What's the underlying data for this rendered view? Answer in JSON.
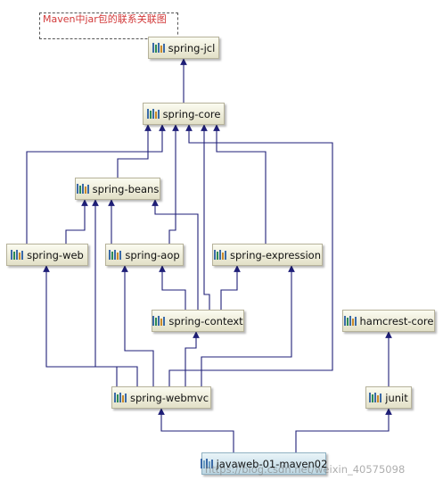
{
  "title": "Maven中jar包的联系关联图",
  "watermark": "https://blog.csdn.net/weixin_40575098",
  "colors": {
    "edge": "#1f1f78",
    "node_fill": "#e8e6cf",
    "root_fill": "#cfe3ec",
    "title_text": "#d23a3a"
  },
  "nodes": [
    {
      "id": "spring-jcl",
      "label": "spring-jcl",
      "icon": "jar-icon"
    },
    {
      "id": "spring-core",
      "label": "spring-core",
      "icon": "jar-icon"
    },
    {
      "id": "spring-beans",
      "label": "spring-beans",
      "icon": "jar-icon"
    },
    {
      "id": "spring-web",
      "label": "spring-web",
      "icon": "jar-icon"
    },
    {
      "id": "spring-aop",
      "label": "spring-aop",
      "icon": "jar-icon"
    },
    {
      "id": "spring-expression",
      "label": "spring-expression",
      "icon": "jar-icon"
    },
    {
      "id": "spring-context",
      "label": "spring-context",
      "icon": "jar-icon"
    },
    {
      "id": "hamcrest-core",
      "label": "hamcrest-core",
      "icon": "jar-icon"
    },
    {
      "id": "spring-webmvc",
      "label": "spring-webmvc",
      "icon": "jar-icon"
    },
    {
      "id": "junit",
      "label": "junit",
      "icon": "jar-icon"
    },
    {
      "id": "javaweb-01-maven02",
      "label": "javaweb-01-maven02",
      "icon": "project-icon"
    }
  ],
  "edges": [
    {
      "from": "spring-core",
      "to": "spring-jcl"
    },
    {
      "from": "spring-beans",
      "to": "spring-core"
    },
    {
      "from": "spring-web",
      "to": "spring-core"
    },
    {
      "from": "spring-web",
      "to": "spring-beans"
    },
    {
      "from": "spring-aop",
      "to": "spring-core"
    },
    {
      "from": "spring-aop",
      "to": "spring-beans"
    },
    {
      "from": "spring-expression",
      "to": "spring-core"
    },
    {
      "from": "spring-context",
      "to": "spring-core"
    },
    {
      "from": "spring-context",
      "to": "spring-beans"
    },
    {
      "from": "spring-context",
      "to": "spring-aop"
    },
    {
      "from": "spring-context",
      "to": "spring-expression"
    },
    {
      "from": "spring-webmvc",
      "to": "spring-web"
    },
    {
      "from": "spring-webmvc",
      "to": "spring-beans"
    },
    {
      "from": "spring-webmvc",
      "to": "spring-aop"
    },
    {
      "from": "spring-webmvc",
      "to": "spring-context"
    },
    {
      "from": "spring-webmvc",
      "to": "spring-expression"
    },
    {
      "from": "spring-webmvc",
      "to": "spring-core"
    },
    {
      "from": "junit",
      "to": "hamcrest-core"
    },
    {
      "from": "javaweb-01-maven02",
      "to": "spring-webmvc"
    },
    {
      "from": "javaweb-01-maven02",
      "to": "junit"
    }
  ]
}
